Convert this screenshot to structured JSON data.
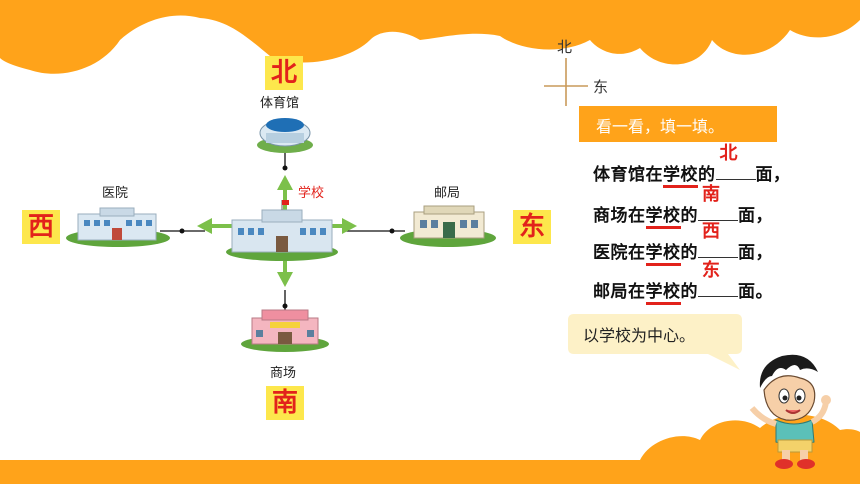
{
  "directions": {
    "north": "北",
    "south": "南",
    "west": "西",
    "east": "东"
  },
  "compass": {
    "north": "北",
    "east": "东"
  },
  "buildings": {
    "gym": "体育馆",
    "hospital": "医院",
    "school": "学校",
    "post_office": "邮局",
    "market": "商场"
  },
  "task_banner": "看一看，填一填。",
  "sentences": [
    {
      "before": "体育馆在",
      "school": "学校",
      "mid": "的",
      "answer": "北",
      "after": "面，"
    },
    {
      "before": "商场在",
      "school": "学校",
      "mid": "的",
      "answer": "南",
      "after": "面，"
    },
    {
      "before": "医院在",
      "school": "学校",
      "mid": "的",
      "answer": "西",
      "after": "面，"
    },
    {
      "before": "邮局在",
      "school": "学校",
      "mid": "的",
      "answer": "东",
      "after": "面。"
    }
  ],
  "speech_bubble": "以学校为中心。",
  "colors": {
    "orange": "#ffa31a",
    "yellow_box": "#fde74c",
    "red": "#e2221b",
    "green_arrow": "#7cc04a",
    "bubble": "#fdf1c7"
  }
}
